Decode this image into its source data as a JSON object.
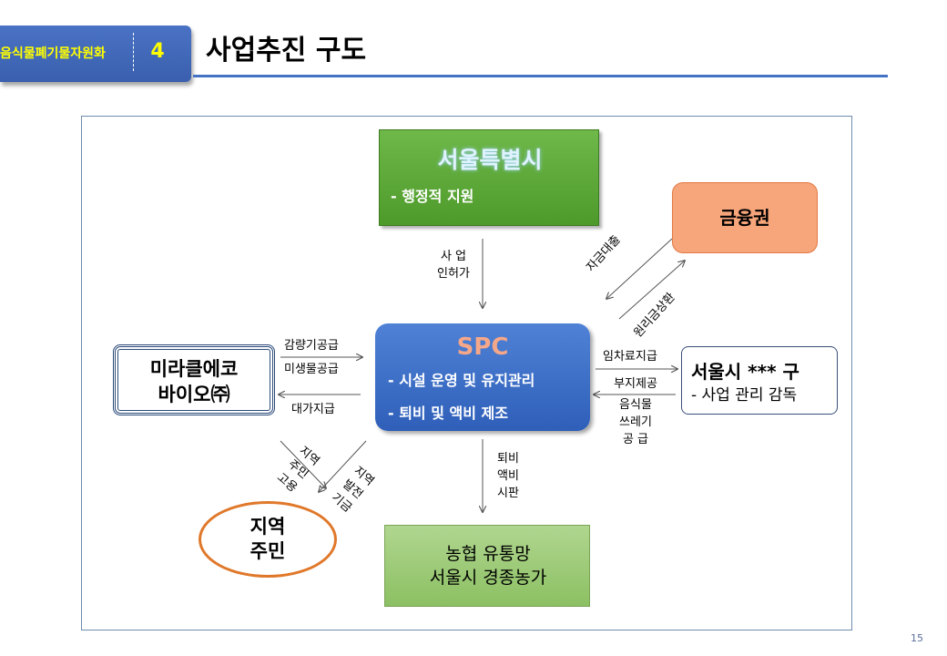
{
  "header": {
    "section_label": "음식물폐기물자원화",
    "section_number": "4",
    "page_title": "사업추진 구도"
  },
  "nodes": {
    "seoul_city": {
      "title": "서울특별시",
      "desc": "- 행정적 지원"
    },
    "finance": {
      "title": "금융권"
    },
    "spc": {
      "title": "SPC",
      "line1": "- 시설 운영 및 유지관리",
      "line2": "- 퇴비 및 액비 제조"
    },
    "miracle": {
      "line1": "미라클에코",
      "line2": "바이오㈜"
    },
    "seoul_gu": {
      "title": "서울시 *** 구",
      "desc": "- 사업 관리 감독"
    },
    "residents": {
      "line1": "지역",
      "line2": "주민"
    },
    "nonghyup": {
      "line1": "농협 유통망",
      "line2": "서울시 경종농가"
    }
  },
  "edges": {
    "seoul_to_spc": {
      "line1": "사 업",
      "line2": "인허가"
    },
    "finance_loan": "자금대출",
    "repayment": "원리금상환",
    "miracle_to_spc": {
      "line1": "감량기공급",
      "line2": "미생물공급"
    },
    "spc_to_miracle": "대가지급",
    "spc_to_gu": "임차료지급",
    "gu_to_spc": {
      "line1": "부지제공",
      "line2": "음식물",
      "line3": "쓰레기",
      "line4": "공 급"
    },
    "spc_to_nonghyup": {
      "line1": "퇴비",
      "line2": "액비",
      "line3": "시판"
    },
    "employment": {
      "line1": "지역",
      "line2": "주민",
      "line3": "고용"
    },
    "development": {
      "line1": "지역",
      "line2": "발전",
      "line3": "기금"
    }
  },
  "footer": {
    "page_number": "15"
  },
  "colors": {
    "header_blue": "#4472c4",
    "section_yellow": "#ffff00",
    "seoul_green": "#5aa837",
    "finance_orange": "#f7a57a",
    "spc_blue": "#3f6fc7",
    "spc_title": "#f5a78a",
    "residents_orange": "#e0782a",
    "nonghyup_green": "#9ccb78"
  }
}
